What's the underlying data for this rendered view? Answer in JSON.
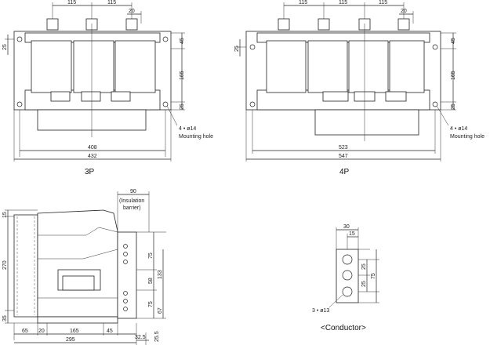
{
  "views": {
    "three_pole": {
      "label": "3P",
      "pitch_1": "115",
      "pitch_2": "115",
      "terminal_width": "20",
      "side_top": "45",
      "side_left": "25",
      "height_mid": "165",
      "side_bottom": "25",
      "mounting_hole": "4 • ø14",
      "mounting_label": "Mounting hole",
      "inner_width": "408",
      "outer_width": "432"
    },
    "four_pole": {
      "label": "4P",
      "pitch_1": "115",
      "pitch_2": "115",
      "pitch_3": "115",
      "terminal_width": "20",
      "side_top": "45",
      "side_left": "25",
      "height_mid": "165",
      "side_bottom": "25",
      "mounting_hole": "4 • ø14",
      "mounting_label": "Mounting hole",
      "inner_width": "523",
      "outer_width": "547"
    },
    "side": {
      "top_left": "15",
      "height_left": "270",
      "bottom_left": "35",
      "barrier_width": "90",
      "barrier_label_1": "(Insulation",
      "barrier_label_2": "barrier)",
      "r_75a": "75",
      "r_58": "58",
      "r_75b": "75",
      "r_133": "133",
      "r_67": "67",
      "b_65": "65",
      "b_20": "20",
      "b_165": "165",
      "b_45": "45",
      "b_295": "295",
      "b_325": "32.5",
      "b_255": "25.5"
    },
    "conductor": {
      "w_30": "30",
      "w_15": "15",
      "h_25a": "25",
      "h_25b": "25",
      "h_75": "75",
      "holes": "3 • ø13",
      "label": "<Conductor>"
    }
  }
}
